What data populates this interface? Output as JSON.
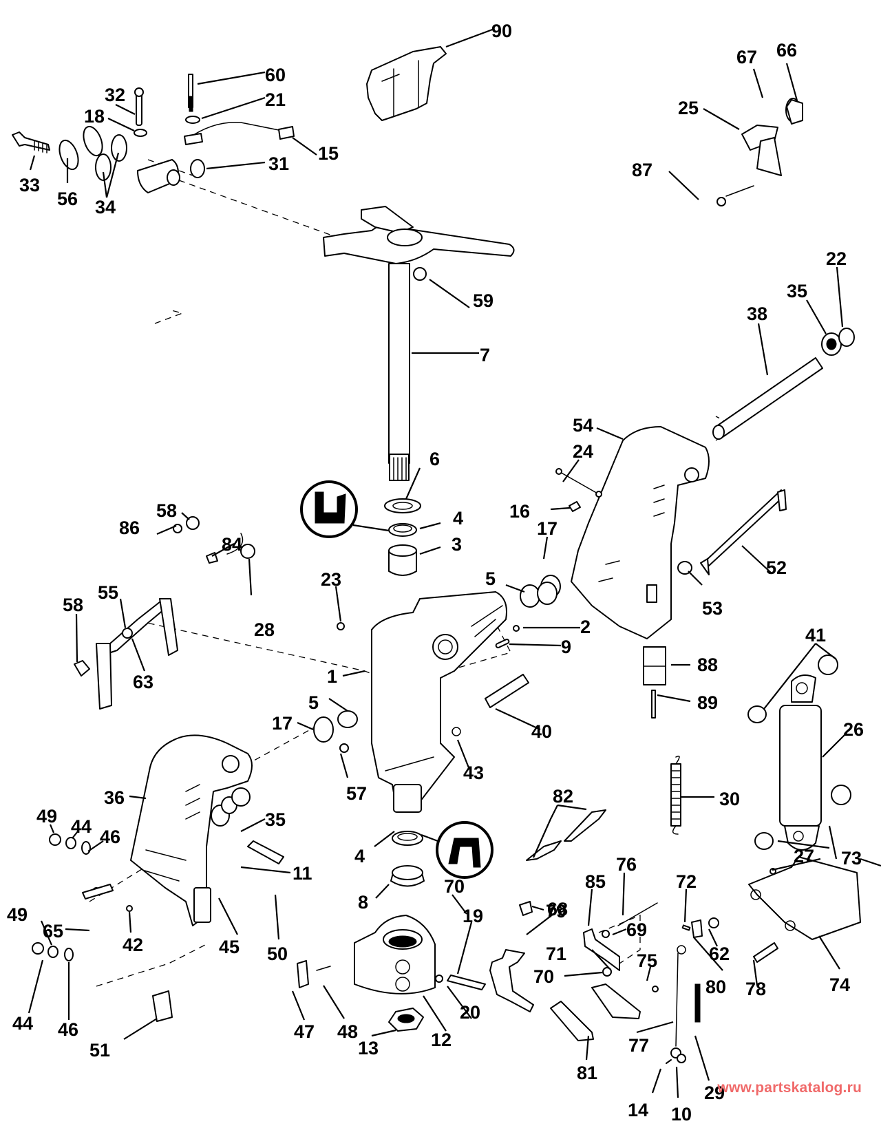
{
  "diagram": {
    "title": "Swivel / stern bracket exploded parts view",
    "callouts": [
      {
        "id": "c90",
        "label": "90"
      },
      {
        "id": "c60",
        "label": "60"
      },
      {
        "id": "c32",
        "label": "32"
      },
      {
        "id": "c21",
        "label": "21"
      },
      {
        "id": "c18",
        "label": "18"
      },
      {
        "id": "c15",
        "label": "15"
      },
      {
        "id": "c33",
        "label": "33"
      },
      {
        "id": "c56",
        "label": "56"
      },
      {
        "id": "c34",
        "label": "34"
      },
      {
        "id": "c31",
        "label": "31"
      },
      {
        "id": "c67",
        "label": "67"
      },
      {
        "id": "c66",
        "label": "66"
      },
      {
        "id": "c25",
        "label": "25"
      },
      {
        "id": "c87",
        "label": "87"
      },
      {
        "id": "c59",
        "label": "59"
      },
      {
        "id": "c7",
        "label": "7"
      },
      {
        "id": "c22",
        "label": "22"
      },
      {
        "id": "c35a",
        "label": "35"
      },
      {
        "id": "c38",
        "label": "38"
      },
      {
        "id": "c54",
        "label": "54"
      },
      {
        "id": "c6",
        "label": "6"
      },
      {
        "id": "c24",
        "label": "24"
      },
      {
        "id": "c16",
        "label": "16"
      },
      {
        "id": "c4a",
        "label": "4"
      },
      {
        "id": "c58a",
        "label": "58"
      },
      {
        "id": "c17a",
        "label": "17"
      },
      {
        "id": "c3",
        "label": "3"
      },
      {
        "id": "c86",
        "label": "86"
      },
      {
        "id": "c84",
        "label": "84"
      },
      {
        "id": "c5a",
        "label": "5"
      },
      {
        "id": "c52",
        "label": "52"
      },
      {
        "id": "c55",
        "label": "55"
      },
      {
        "id": "c23",
        "label": "23"
      },
      {
        "id": "c53",
        "label": "53"
      },
      {
        "id": "c28",
        "label": "28"
      },
      {
        "id": "c2",
        "label": "2"
      },
      {
        "id": "c58b",
        "label": "58"
      },
      {
        "id": "c9",
        "label": "9"
      },
      {
        "id": "c63",
        "label": "63"
      },
      {
        "id": "c1",
        "label": "1"
      },
      {
        "id": "c41",
        "label": "41"
      },
      {
        "id": "c88",
        "label": "88"
      },
      {
        "id": "c89",
        "label": "89"
      },
      {
        "id": "c5b",
        "label": "5"
      },
      {
        "id": "c17b",
        "label": "17"
      },
      {
        "id": "c40",
        "label": "40"
      },
      {
        "id": "c26",
        "label": "26"
      },
      {
        "id": "c43",
        "label": "43"
      },
      {
        "id": "c57",
        "label": "57"
      },
      {
        "id": "c36",
        "label": "36"
      },
      {
        "id": "c30",
        "label": "30"
      },
      {
        "id": "c35b",
        "label": "35"
      },
      {
        "id": "c49a",
        "label": "49"
      },
      {
        "id": "c82",
        "label": "82"
      },
      {
        "id": "c44a",
        "label": "44"
      },
      {
        "id": "c46a",
        "label": "46"
      },
      {
        "id": "c4b",
        "label": "4"
      },
      {
        "id": "c73",
        "label": "73"
      },
      {
        "id": "c11",
        "label": "11"
      },
      {
        "id": "c27",
        "label": "27"
      },
      {
        "id": "c8",
        "label": "8"
      },
      {
        "id": "c76",
        "label": "76"
      },
      {
        "id": "c85",
        "label": "85"
      },
      {
        "id": "c72",
        "label": "72"
      },
      {
        "id": "c70a",
        "label": "70"
      },
      {
        "id": "c68",
        "label": "68"
      },
      {
        "id": "c49b",
        "label": "49"
      },
      {
        "id": "c65",
        "label": "65"
      },
      {
        "id": "c45",
        "label": "45"
      },
      {
        "id": "c42",
        "label": "42"
      },
      {
        "id": "c79",
        "label": "79"
      },
      {
        "id": "c69",
        "label": "69"
      },
      {
        "id": "c62",
        "label": "62"
      },
      {
        "id": "c19",
        "label": "19"
      },
      {
        "id": "c50",
        "label": "50"
      },
      {
        "id": "c71",
        "label": "71"
      },
      {
        "id": "c78",
        "label": "78"
      },
      {
        "id": "c74",
        "label": "74"
      },
      {
        "id": "c70b",
        "label": "70"
      },
      {
        "id": "c75",
        "label": "75"
      },
      {
        "id": "c80",
        "label": "80"
      },
      {
        "id": "c44b",
        "label": "44"
      },
      {
        "id": "c47",
        "label": "47"
      },
      {
        "id": "c48",
        "label": "48"
      },
      {
        "id": "c20",
        "label": "20"
      },
      {
        "id": "c46b",
        "label": "46"
      },
      {
        "id": "c51",
        "label": "51"
      },
      {
        "id": "c13",
        "label": "13"
      },
      {
        "id": "c12",
        "label": "12"
      },
      {
        "id": "c77",
        "label": "77"
      },
      {
        "id": "c29",
        "label": "29"
      },
      {
        "id": "c81",
        "label": "81"
      },
      {
        "id": "c14",
        "label": "14"
      },
      {
        "id": "c10",
        "label": "10"
      }
    ],
    "lubricant_badges": [
      {
        "id": "badge-upper",
        "icon": "lubricant-symbol-icon"
      },
      {
        "id": "badge-lower",
        "icon": "lubricant-symbol-icon"
      }
    ]
  },
  "watermark": {
    "text": "www.partskatalog.ru",
    "color": "#f06a6a"
  }
}
